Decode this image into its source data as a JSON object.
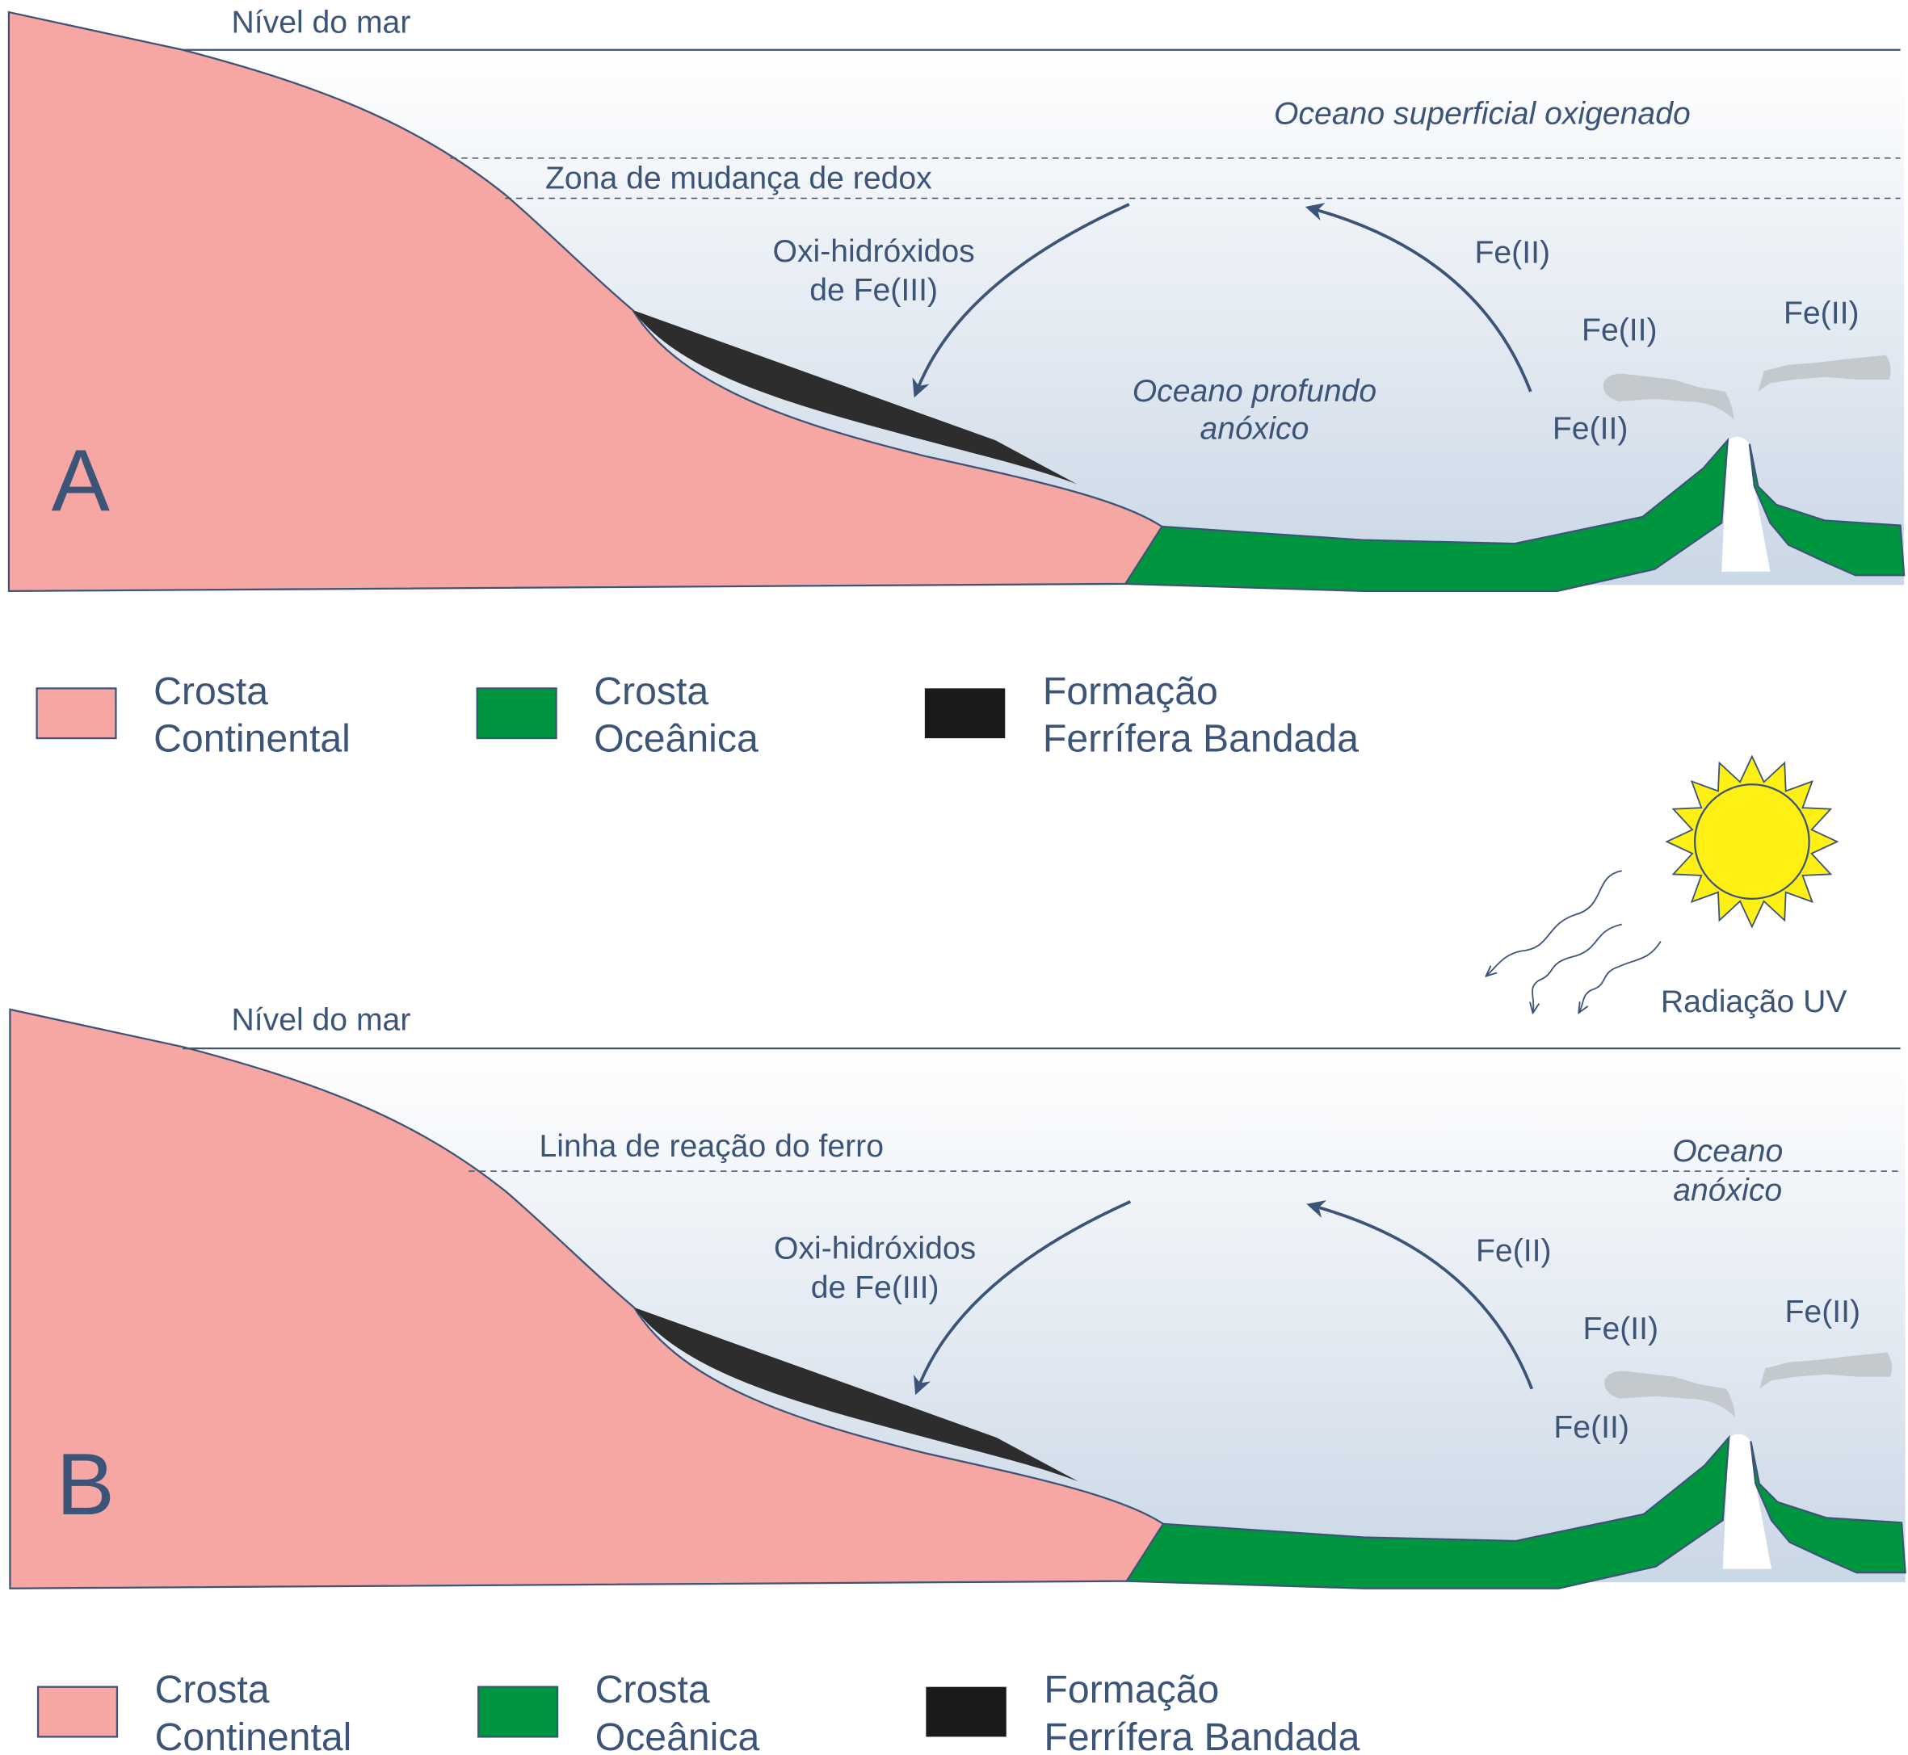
{
  "colors": {
    "continental_crust": "#f6a6a3",
    "oceanic_crust": "#009640",
    "banded_iron": "#2d2d2d",
    "text": "#3b5478",
    "sun": "#fff014"
  },
  "panel_a": {
    "letter": "A",
    "sea_level": "Nível do mar",
    "surface_ocean": "Oceano superficial oxigenado",
    "redox_zone": "Zona de mudança de redox",
    "oxyhydroxides_line1": "Oxi-hidróxidos",
    "oxyhydroxides_line2": "de Fe(III)",
    "fe_labels": [
      "Fe(II)",
      "Fe(II)",
      "Fe(II)",
      "Fe(II)"
    ],
    "deep_ocean_line1": "Oceano profundo",
    "deep_ocean_line2": "anóxico"
  },
  "panel_b": {
    "letter": "B",
    "sea_level": "Nível do mar",
    "iron_reaction_line": "Linha de reação do ferro",
    "ocean_line1": "Oceano",
    "ocean_line2": "anóxico",
    "oxyhydroxides_line1": "Oxi-hidróxidos",
    "oxyhydroxides_line2": "de Fe(III)",
    "fe_labels": [
      "Fe(II)",
      "Fe(II)",
      "Fe(II)",
      "Fe(II)"
    ],
    "uv_label": "Radiação UV"
  },
  "legend": [
    {
      "line1": "Crosta",
      "line2": "Continental"
    },
    {
      "line1": "Crosta",
      "line2": "Oceânica"
    },
    {
      "line1": "Formação",
      "line2": "Ferrífera Bandada"
    }
  ]
}
